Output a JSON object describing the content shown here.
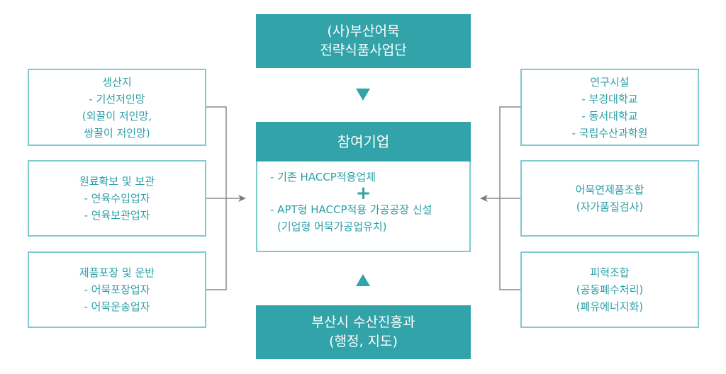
{
  "top_box": {
    "lines": [
      "(사)부산어묵",
      "전략식품사업단"
    ]
  },
  "center": {
    "title": "참여기업",
    "items": [
      "- 기존 HACCP적용업체",
      "- APT형 HACCP적용 가공공장 신설",
      "(기업형 어묵가공업유치)"
    ],
    "plus": "+"
  },
  "bottom_box": {
    "lines": [
      "부산시 수산진흥과",
      "(행정, 지도)"
    ]
  },
  "left_boxes": [
    {
      "lines": [
        "생산지",
        "- 기선저인망",
        "(외끌이 저인망,",
        "쌍끌이 저인망)"
      ]
    },
    {
      "lines": [
        "원료확보 및 보관",
        "- 연육수입업자",
        "- 연육보관업자"
      ]
    },
    {
      "lines": [
        "제품포장 및 운반",
        "- 어묵포장업자",
        "- 어묵운송업자"
      ]
    }
  ],
  "right_boxes": [
    {
      "lines": [
        "연구시설",
        "- 부경대학교",
        "- 동서대학교",
        "- 국립수산과학원"
      ]
    },
    {
      "lines": [
        "어묵연제품조합",
        "(자가품질검사)"
      ]
    },
    {
      "lines": [
        "피혁조합",
        "(공동폐수처리)",
        "(폐유에너지화)"
      ]
    }
  ],
  "colors": {
    "accent": "#33a3aa",
    "border": "#7ecbd0",
    "connector": "#888888"
  }
}
